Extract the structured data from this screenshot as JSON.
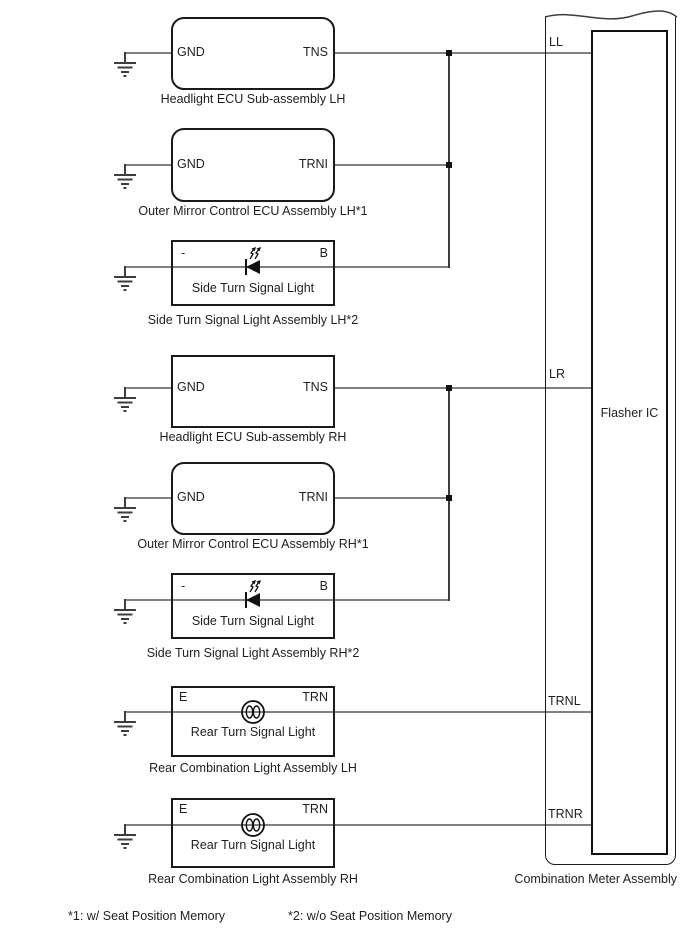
{
  "components": [
    {
      "caption": "Headlight ECU Sub-assembly LH",
      "terminal_left": "GND",
      "terminal_right": "TNS"
    },
    {
      "caption": "Outer Mirror Control ECU Assembly LH*1",
      "terminal_left": "GND",
      "terminal_right": "TRNI"
    },
    {
      "caption": "Side Turn Signal Light Assembly LH*2",
      "terminal_left": "-",
      "terminal_right": "B",
      "inner_label": "Side Turn Signal Light"
    },
    {
      "caption": "Headlight ECU Sub-assembly RH",
      "terminal_left": "GND",
      "terminal_right": "TNS"
    },
    {
      "caption": "Outer Mirror Control ECU Assembly RH*1",
      "terminal_left": "GND",
      "terminal_right": "TRNI"
    },
    {
      "caption": "Side Turn Signal Light Assembly RH*2",
      "terminal_left": "-",
      "terminal_right": "B",
      "inner_label": "Side Turn Signal Light"
    },
    {
      "caption": "Rear Combination Light Assembly LH",
      "terminal_left": "E",
      "terminal_right": "TRN",
      "inner_label": "Rear Turn Signal Light"
    },
    {
      "caption": "Rear Combination Light Assembly RH",
      "terminal_left": "E",
      "terminal_right": "TRN",
      "inner_label": "Rear Turn Signal Light"
    }
  ],
  "meter": {
    "caption": "Combination Meter Assembly",
    "ic_label": "Flasher IC",
    "terminals": [
      "LL",
      "LR",
      "TRNL",
      "TRNR"
    ]
  },
  "footnotes": [
    "*1: w/ Seat Position Memory",
    "*2: w/o Seat Position Memory"
  ],
  "colors": {
    "wire": "#808080",
    "line": "#1a1a1a",
    "background": "#ffffff"
  }
}
